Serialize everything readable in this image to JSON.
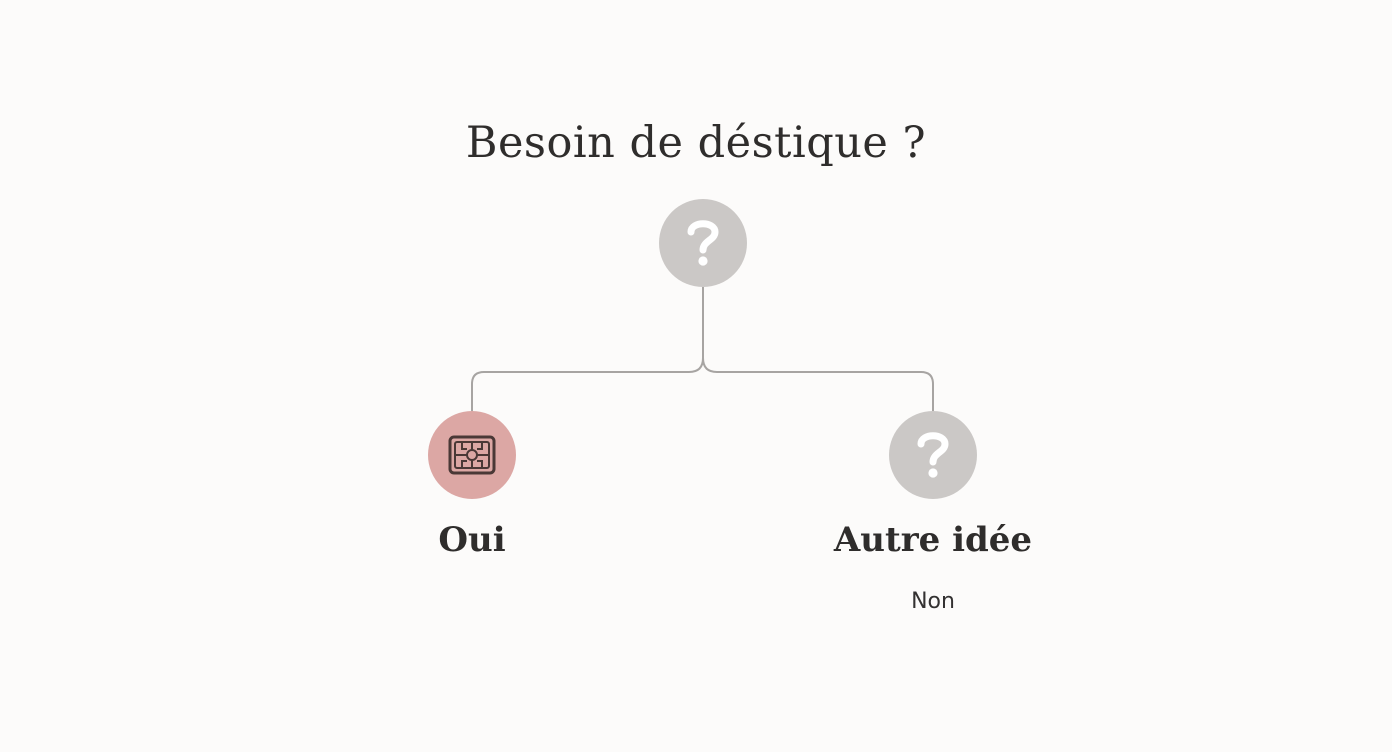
{
  "diagram": {
    "title": "Besoin de déstique ?",
    "root": {
      "icon": "question-mark-icon",
      "color": "#cbc8c6"
    },
    "branches": [
      {
        "label": "Oui",
        "icon": "chip-icon",
        "color": "#dca7a4",
        "icon_color": "#4a3836"
      },
      {
        "label": "Autre idée",
        "sublabel": "Non",
        "icon": "question-mark-icon",
        "color": "#cbc8c6"
      }
    ],
    "connector_color": "#a7a4a2"
  }
}
